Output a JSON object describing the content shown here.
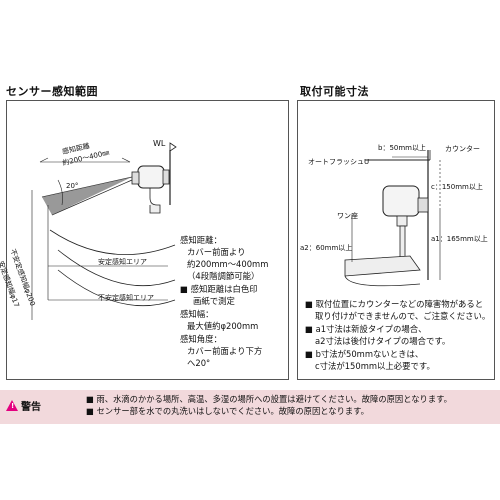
{
  "left_section": {
    "title": "センサー感知範囲",
    "labels": {
      "wl": "WL",
      "distance_label": "感知距離",
      "distance_range": "約200〜400㎜",
      "angle": "20°",
      "stable_area": "安定感知エリア",
      "unstable_area": "不安定感知エリア",
      "stable_width": "安定感知幅φ17",
      "unstable_width": "不安定感知幅φ200"
    },
    "notes": [
      "感知距離：",
      "カバー前面より",
      "約200mm〜400mm",
      "（4段階調節可能）",
      "■ 感知距離は白色印",
      "画紙で測定",
      "感知幅：",
      "最大値約φ200mm",
      "感知角度：",
      "カバー前面より下方",
      "へ20°"
    ]
  },
  "right_section": {
    "title": "取付可能寸法",
    "labels": {
      "b_dim": "b：50mm以上",
      "counter": "カウンター",
      "auto_flush": "オートフラッシュU",
      "c_dim": "c：150mm以上",
      "bowl": "ワン座",
      "a1_dim": "a1：165mm以上",
      "a2_dim": "a2：60mm以上"
    },
    "notes": [
      "■ 取付位置にカウンターなどの障害物があると",
      "取り付けができませんので、ご注意ください。",
      "■ a1寸法は新設タイプの場合、",
      "a2寸法は後付けタイプの場合です。",
      "■ b寸法が50mmないときは、",
      "c寸法が150mm以上必要です。"
    ]
  },
  "warning": {
    "label": "警告",
    "lines": [
      "■ 雨、水滴のかかる場所、高温、多湿の場所への設置は避けてください。故障の原因となります。",
      "■ センサー部を水での丸洗いはしないでください。故障の原因となります。"
    ]
  },
  "colors": {
    "warning_bg": "#f2d9dc",
    "warning_icon": "#e4007f"
  },
  "icons": [
    "warning-triangle-icon"
  ]
}
